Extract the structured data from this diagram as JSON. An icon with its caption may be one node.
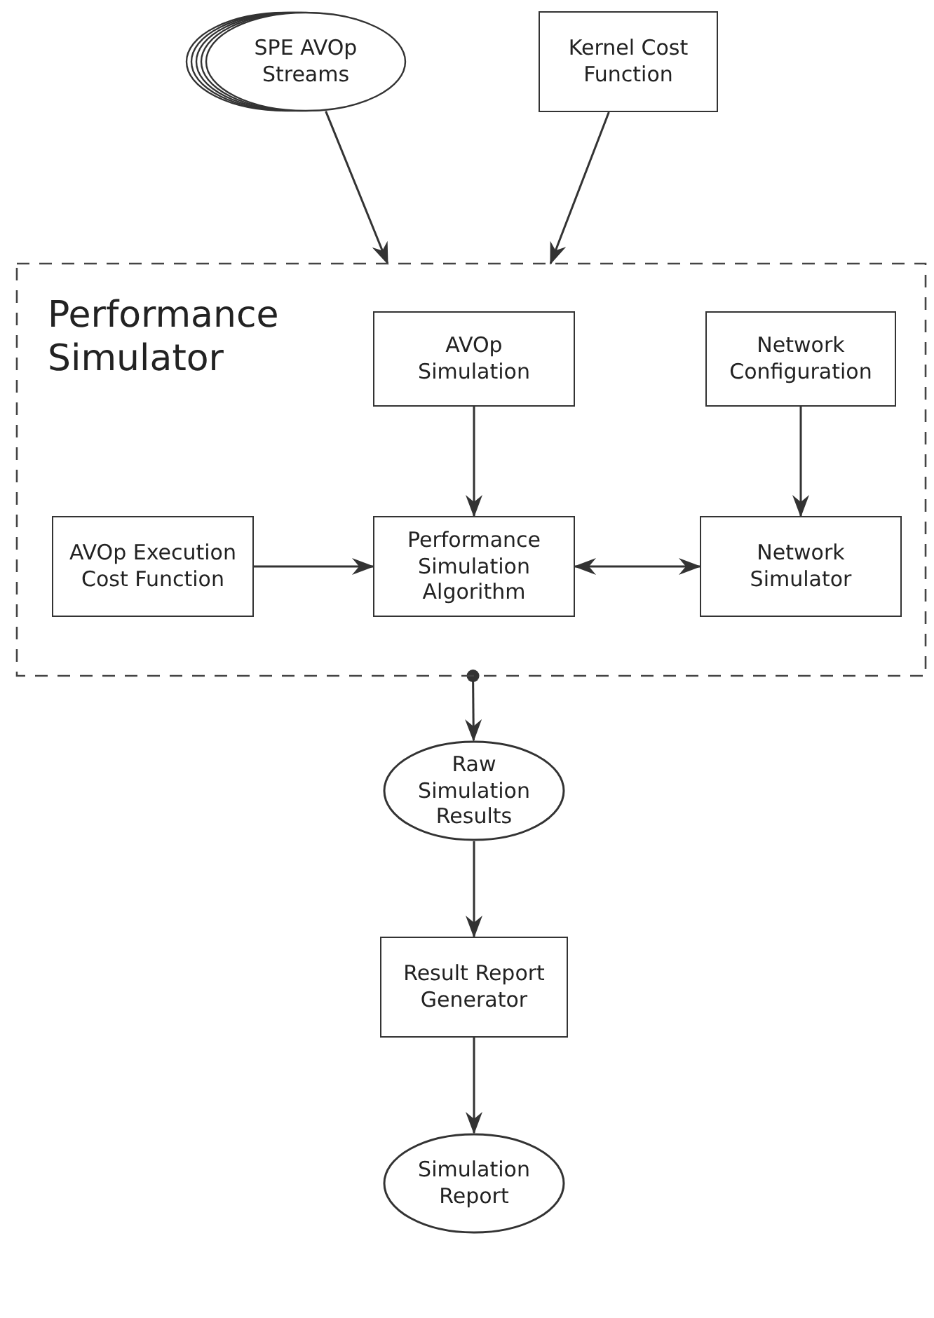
{
  "diagram": {
    "nodes": [
      {
        "text": [
          "Performance Simulator"
        ]
      },
      {
        "text": [
          "SPE AVOp Streams"
        ]
      },
      {
        "text": [
          "Kernel Cost Function"
        ]
      },
      {
        "text": [
          "AVOp Simulation"
        ],
        "in": 0
      },
      {
        "text": [
          "Network Configuration"
        ],
        "in": 0
      },
      {
        "text": [
          "AVOp Execution Cost Function"
        ],
        "in": 0
      },
      {
        "text": [
          "Performance Simulation Algorithm"
        ],
        "in": 0
      },
      {
        "text": [
          "Network Simulator"
        ],
        "in": 0
      },
      {
        "text": [
          "Raw Simulation Results"
        ]
      },
      {
        "text": [
          "Result Report Generator"
        ]
      },
      {
        "text": [
          "Simulation Report"
        ]
      }
    ],
    "edges": [
      {
        "from": 1,
        "to": 0,
        "arrow": "to"
      },
      {
        "from": 2,
        "to": 0,
        "arrow": "to"
      },
      {
        "from": 3,
        "to": 6,
        "arrow": "to"
      },
      {
        "from": 4,
        "to": 7,
        "arrow": "to"
      },
      {
        "from": 5,
        "to": 6,
        "arrow": "to"
      },
      {
        "from": 6,
        "to": 7,
        "arrow": "both"
      },
      {
        "from": 0,
        "to": 8,
        "arrow": "to"
      },
      {
        "from": 8,
        "to": 9,
        "arrow": "to"
      },
      {
        "from": 9,
        "to": 10,
        "arrow": "to"
      }
    ]
  }
}
